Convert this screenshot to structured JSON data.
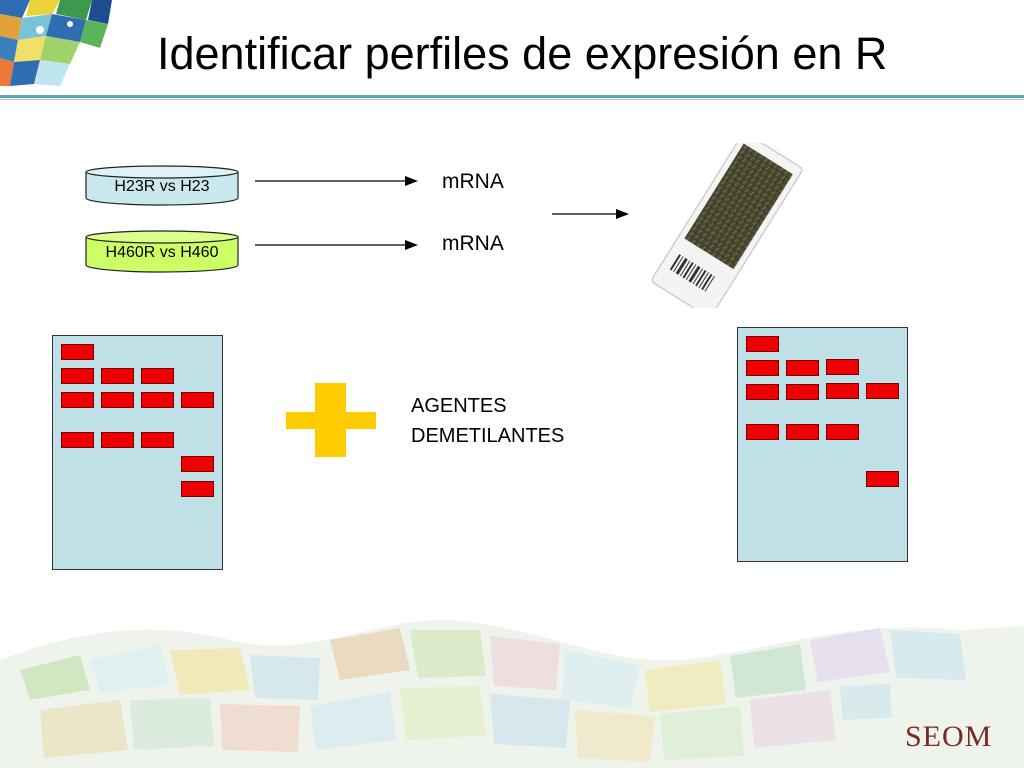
{
  "slide": {
    "title": "Identificar perfiles de expresión en R"
  },
  "samples": [
    {
      "label": "H23R vs H23",
      "fill": "#c9e9ee"
    },
    {
      "label": "H460R vs H460",
      "fill": "#ccff66"
    }
  ],
  "labels": {
    "mrna_1": "mRNA",
    "mrna_2": "mRNA",
    "agents_line1": "AGENTES",
    "agents_line2": "DEMETILANTES"
  },
  "footer": {
    "brand": "SEOM"
  },
  "colors": {
    "panel": "#bfe0e6",
    "cell": "#ee0000",
    "plus": "#ffcc00",
    "rule": "#5fa8b0"
  }
}
